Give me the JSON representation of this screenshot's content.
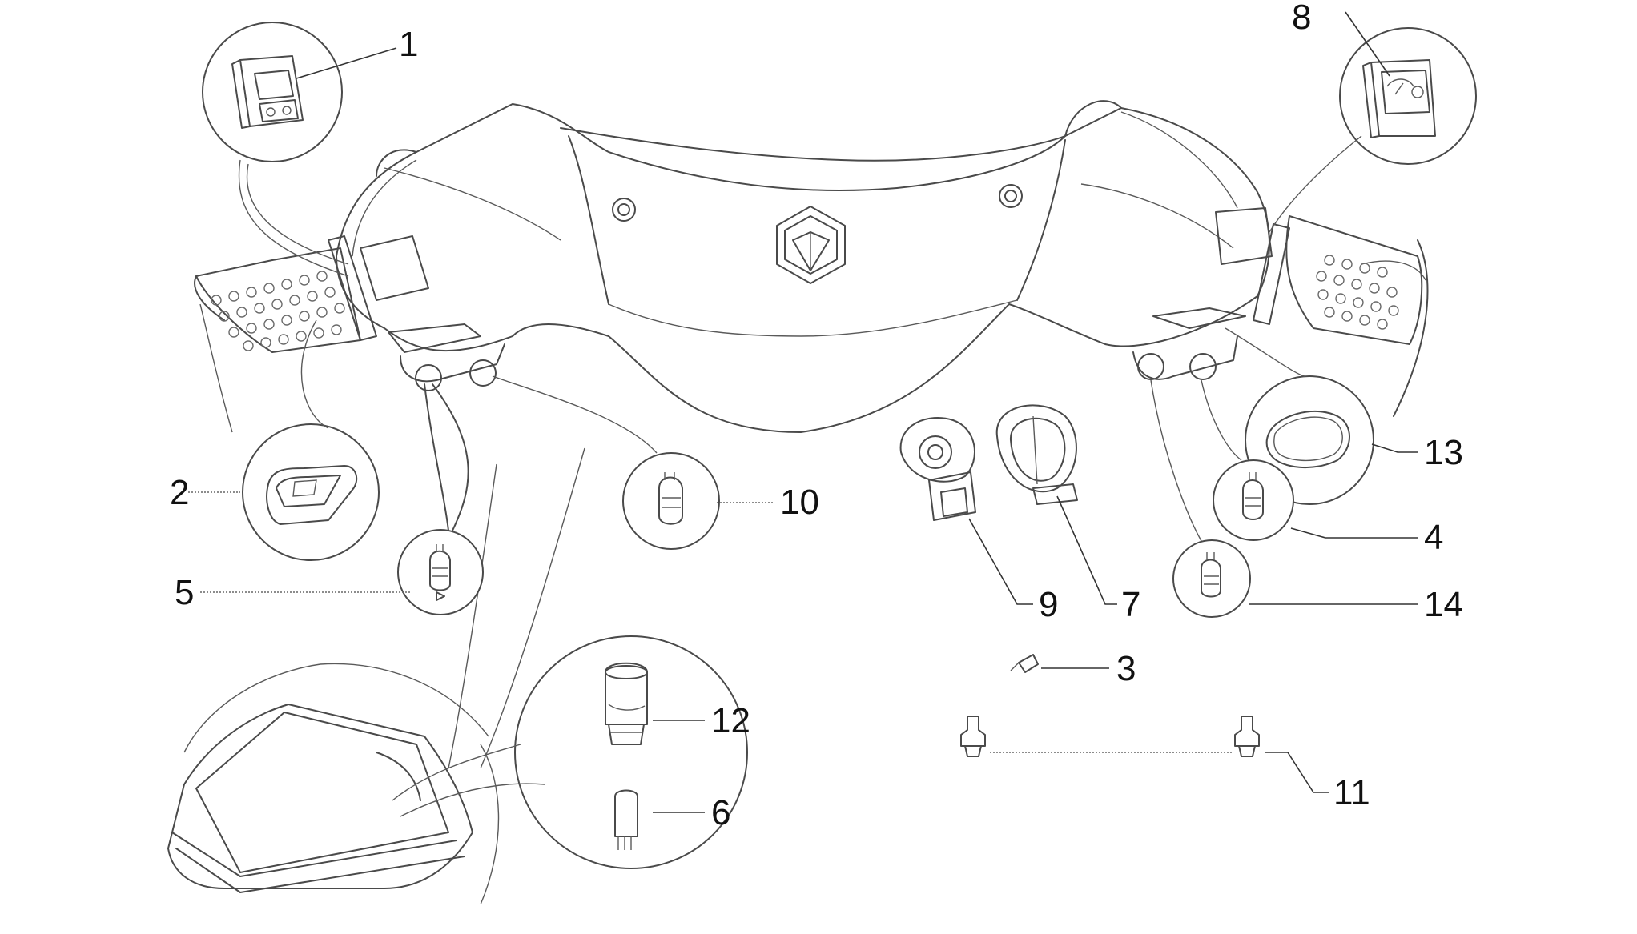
{
  "callouts": [
    {
      "id": "1",
      "label": "1"
    },
    {
      "id": "2",
      "label": "2"
    },
    {
      "id": "3",
      "label": "3"
    },
    {
      "id": "4",
      "label": "4"
    },
    {
      "id": "5",
      "label": "5"
    },
    {
      "id": "6",
      "label": "6"
    },
    {
      "id": "7",
      "label": "7"
    },
    {
      "id": "8",
      "label": "8"
    },
    {
      "id": "9",
      "label": "9"
    },
    {
      "id": "10",
      "label": "10"
    },
    {
      "id": "11",
      "label": "11"
    },
    {
      "id": "12",
      "label": "12"
    },
    {
      "id": "13",
      "label": "13"
    },
    {
      "id": "14",
      "label": "14"
    }
  ],
  "colors": {
    "line": "#4a4a4a",
    "text": "#111111",
    "background": "#ffffff"
  }
}
